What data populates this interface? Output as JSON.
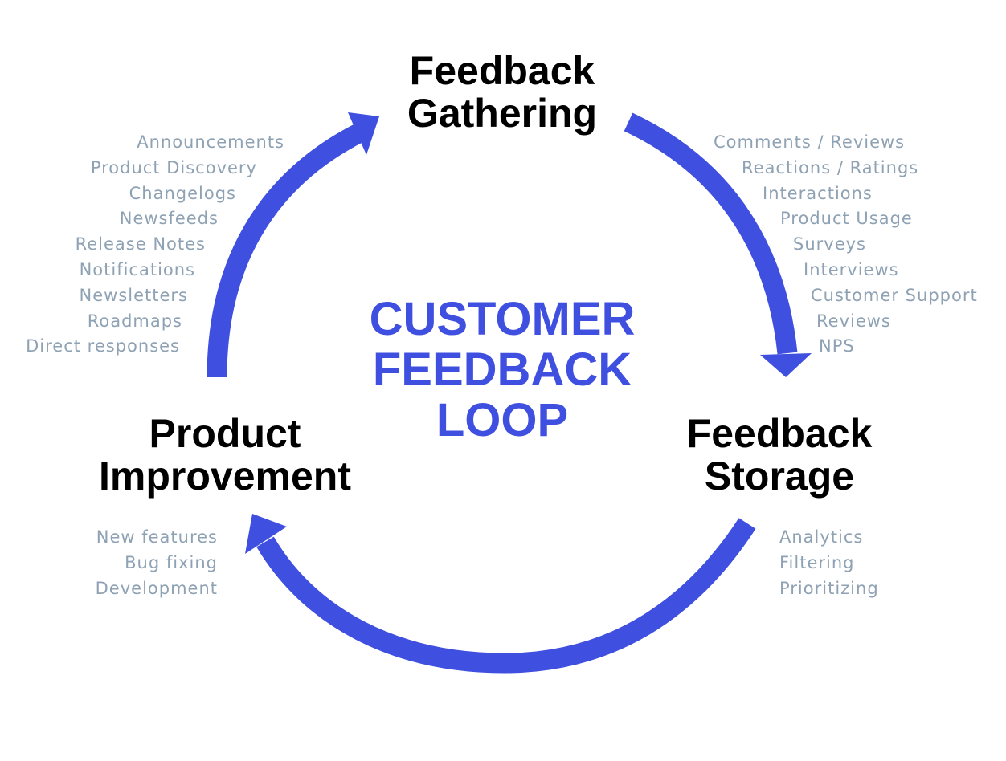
{
  "colors": {
    "accent": "#3f4fe0",
    "title": "#000000",
    "item": "#8ea2b4",
    "background": "#ffffff"
  },
  "center_title": [
    "CUSTOMER",
    "FEEDBACK",
    "LOOP"
  ],
  "stages": {
    "gathering": {
      "title": [
        "Feedback",
        "Gathering"
      ],
      "items": [
        "Comments / Reviews",
        "Reactions / Ratings",
        "Interactions",
        "Product Usage",
        "Surveys",
        "Interviews",
        "Customer Support",
        "Reviews",
        "NPS"
      ]
    },
    "storage": {
      "title": [
        "Feedback",
        "Storage"
      ],
      "items": [
        "Analytics",
        "Filtering",
        "Prioritizing"
      ]
    },
    "improvement": {
      "title": [
        "Product",
        "Improvement"
      ],
      "items": [
        "New features",
        "Bug fixing",
        "Development"
      ]
    },
    "communication": {
      "items": [
        "Announcements",
        "Product Discovery",
        "Changelogs",
        "Newsfeeds",
        "Release Notes",
        "Notifications",
        "Newsletters",
        "Roadmaps",
        "Direct responses"
      ]
    }
  }
}
